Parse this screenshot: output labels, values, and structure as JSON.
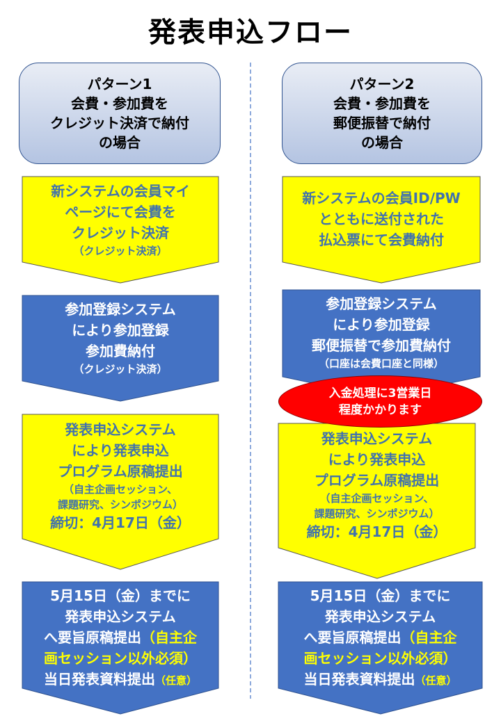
{
  "title": "発表申込フロー",
  "colors": {
    "yellow": "#FFFF00",
    "blue": "#4472C4",
    "red": "#FF0000",
    "text_on_yellow": "#4172AD",
    "highlight": "#FFFF00"
  },
  "pattern1": {
    "header": [
      "パターン1",
      "会費・参加費を",
      "クレジット決済で納付",
      "の場合"
    ],
    "step1": {
      "lines": [
        "新システムの会員マイ",
        "ページにて会費を",
        "クレジット決済"
      ],
      "note": "（クレジット決済）"
    },
    "step2": {
      "lines": [
        "参加登録システム",
        "により参加登録",
        "参加費納付"
      ],
      "note": "（クレジット決済）"
    },
    "step3": {
      "lines": [
        "発表申込システム",
        "により発表申込",
        "プログラム原稿提出"
      ],
      "notes": [
        "（自主企画セッション、",
        "課題研究、シンポジウム）"
      ],
      "deadline": "締切：4月17日（金）"
    },
    "step4": {
      "line1": "5月15日（金）までに",
      "line2": "発表申込システム",
      "line3": "へ要旨原稿提出",
      "line3_hl": "（自主企",
      "line4_hl": "画セッション以外必須）",
      "line5": "当日発表資料提出",
      "line5_hl": "（任意）"
    }
  },
  "pattern2": {
    "header": [
      "パターン2",
      "会費・参加費を",
      "郵便振替で納付",
      "の場合"
    ],
    "step1": {
      "lines": [
        "新システムの会員ID/PW",
        "とともに送付された",
        "払込票にて会費納付"
      ]
    },
    "step2": {
      "lines": [
        "参加登録システム",
        "により参加登録",
        "郵便振替で参加費納付"
      ],
      "note": "（口座は会費口座と同様）"
    },
    "notice": [
      "入金処理に3営業日",
      "程度かかります"
    ],
    "step3": {
      "lines": [
        "発表申込システム",
        "により発表申込",
        "プログラム原稿提出"
      ],
      "notes": [
        "（自主企画セッション、",
        "課題研究、シンポジウム）"
      ],
      "deadline": "締切：4月17日（金）"
    },
    "step4": {
      "line1": "5月15日（金）までに",
      "line2": "発表申込システム",
      "line3": "へ要旨原稿提出",
      "line3_hl": "（自主企",
      "line4_hl": "画セッション以外必須）",
      "line5": "当日発表資料提出",
      "line5_hl": "（任意）"
    }
  }
}
